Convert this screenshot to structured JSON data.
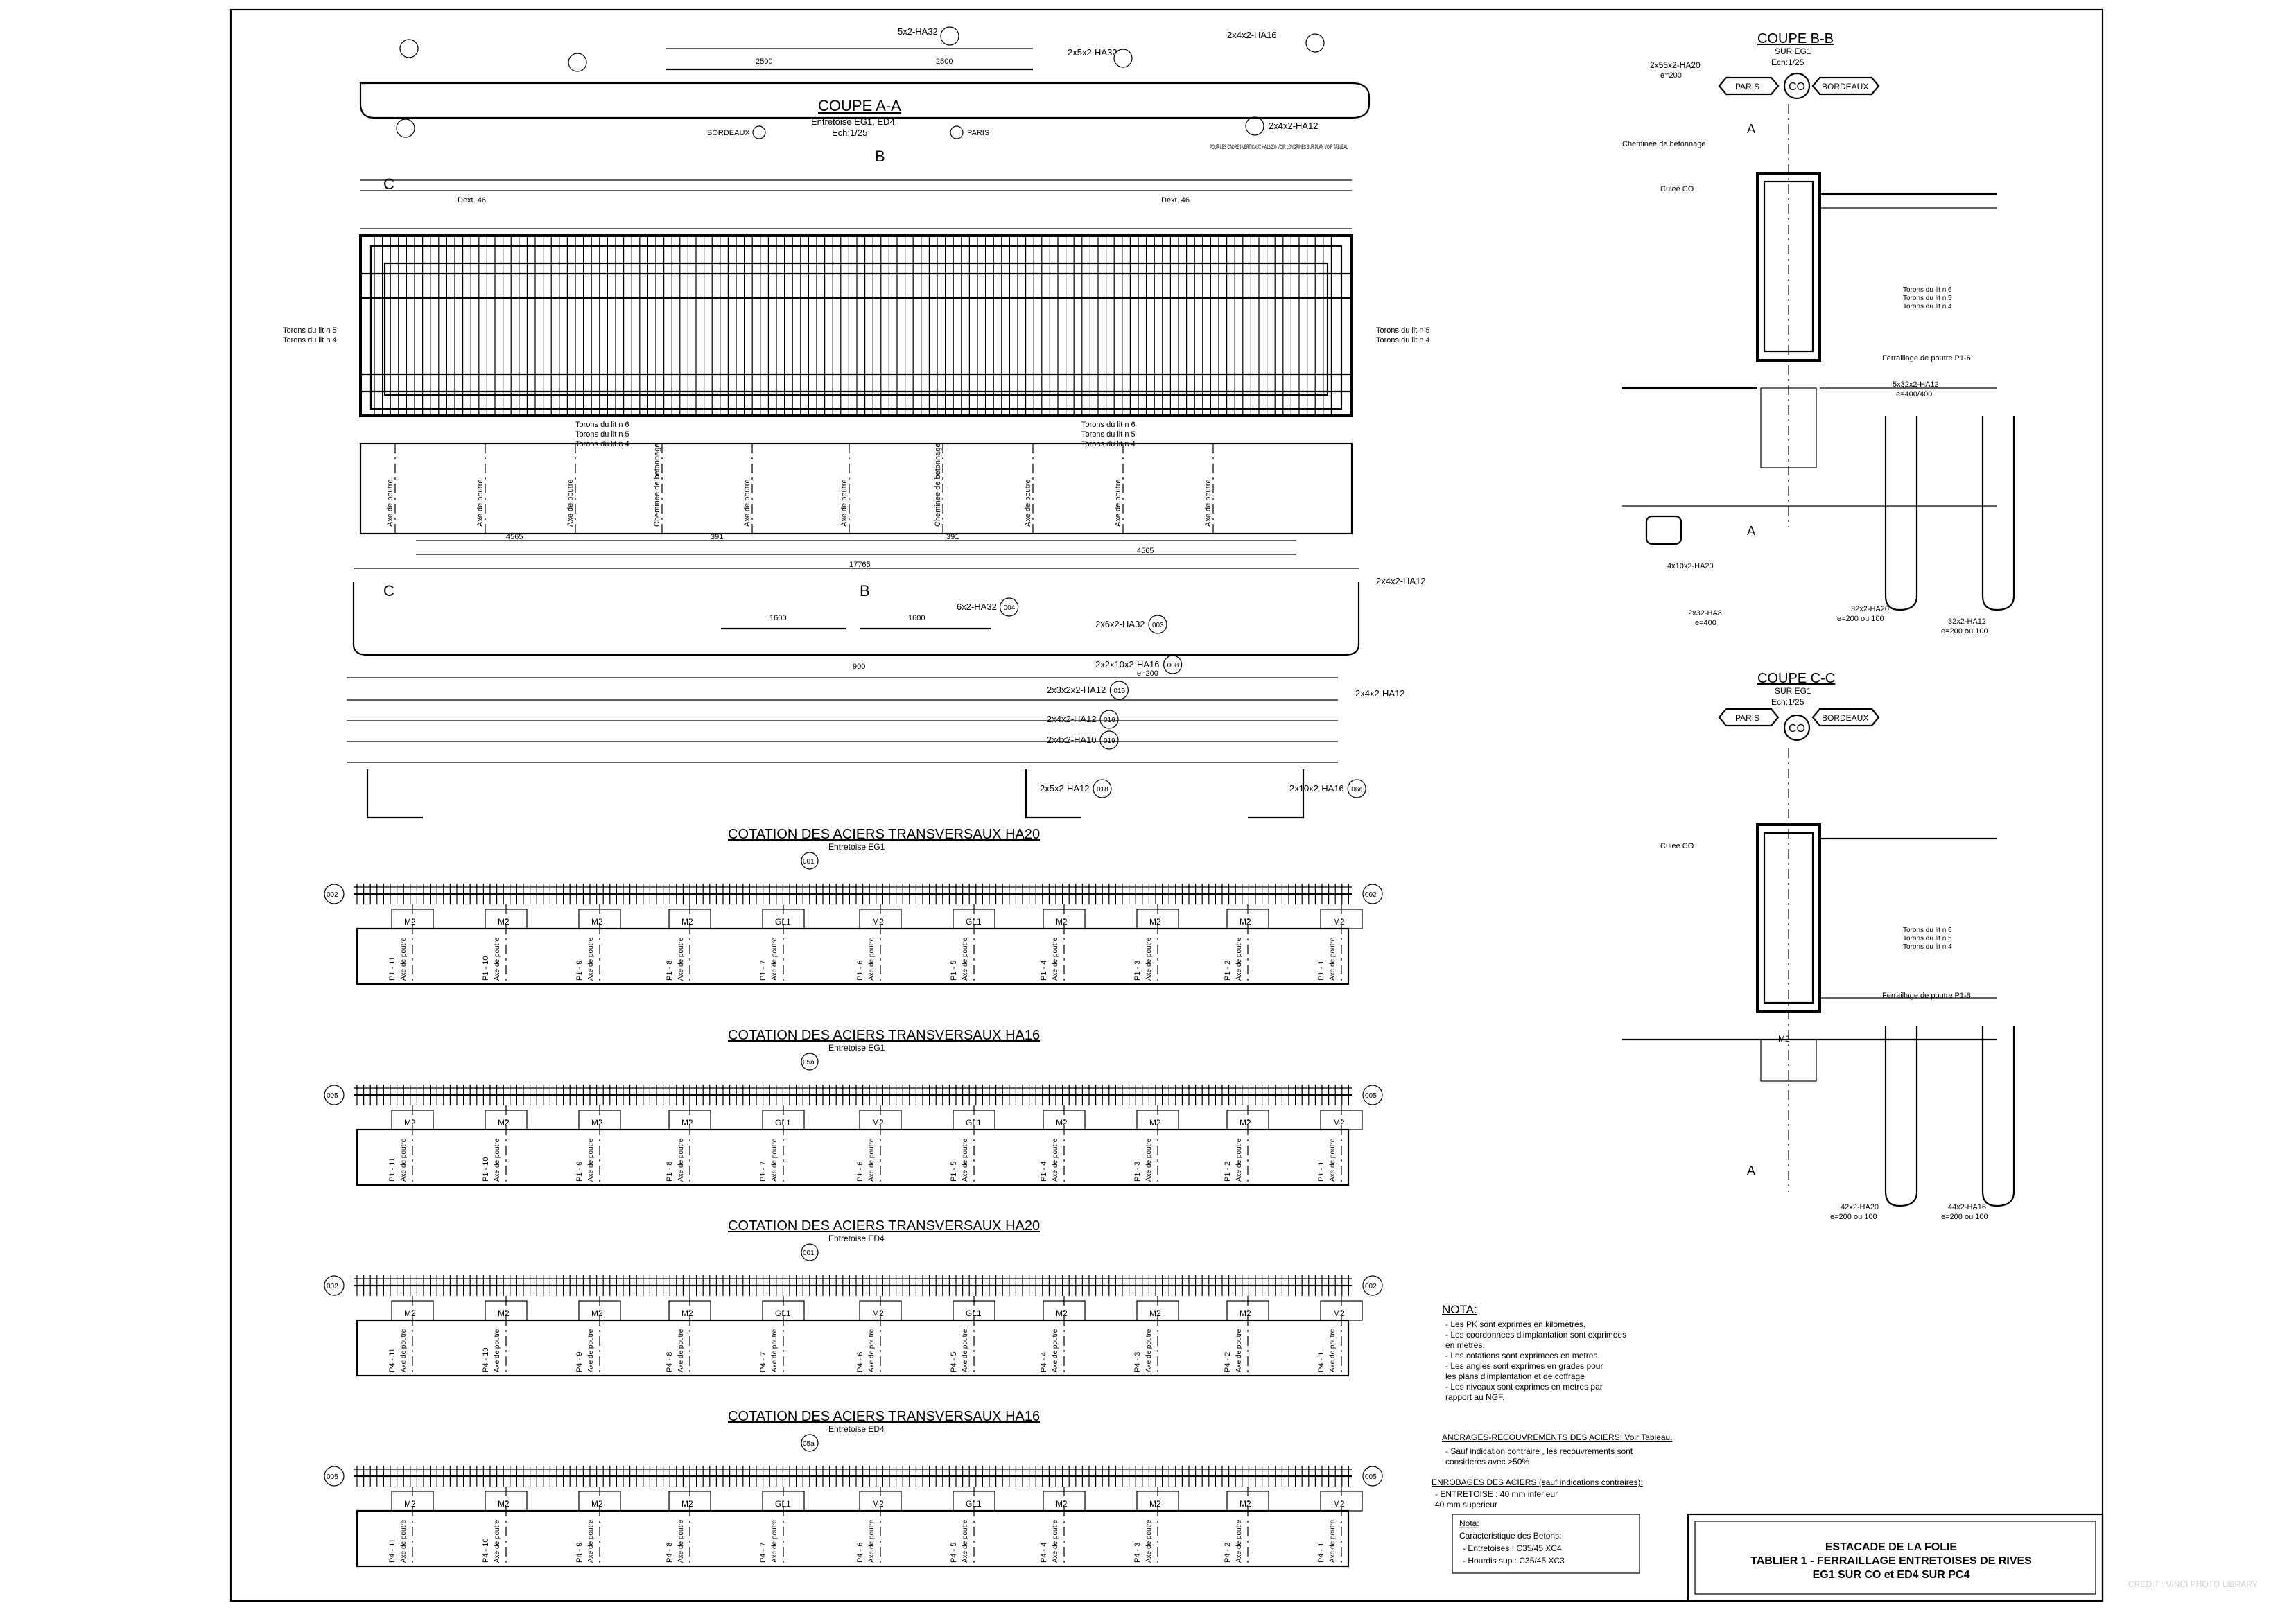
{
  "section_aa": {
    "title": "COUPE A-A",
    "subtitle": "Entretoise EG1, ED4.",
    "scale": "Ech:1/25",
    "dir_left": "BORDEAUX",
    "dir_right": "PARIS",
    "top_bar_label": "5x2-HA32",
    "top_dims": [
      "2500",
      "2500"
    ],
    "bar_2x5": "2x5x2-HA32",
    "bar_2x4_ha16": "2x4x2-HA16",
    "bar_2x4_ha12": "2x4x2-HA12",
    "note_cadres": "POUR LES CADRES VERTICAUX HA12/200 VOIR LONGRINES SUR PLAN VOIR TABLEAU",
    "torons_left": [
      "Torons du lit n 5",
      "Torons du lit n 4"
    ],
    "torons_right": [
      "Torons du lit n 5",
      "Torons du lit n 4"
    ],
    "torons_mid": [
      "Torons du lit n 6",
      "Torons du lit n 5",
      "Torons du lit n 4"
    ],
    "axis_labels": [
      "Axe de poutre",
      "Axe de poutre",
      "Axe de poutre",
      "Cheminee de betonnage",
      "Axe de poutre",
      "Axe de poutre",
      "Cheminee de betonnage",
      "Axe de poutre",
      "Axe de poutre",
      "Axe de poutre"
    ],
    "bottom_dims": [
      "4565",
      "391",
      "391",
      "4565"
    ],
    "total_dim": "17765",
    "marks": [
      "C",
      "B",
      "C",
      "B"
    ],
    "dext": [
      "Dext. 46",
      "Dext. 46"
    ]
  },
  "bar_list": {
    "items": [
      {
        "ref": "004",
        "label": "6x2-HA32"
      },
      {
        "ref": "003",
        "label": "2x6x2-HA32"
      },
      {
        "ref": "008",
        "label": "2x2x10x2-HA16"
      },
      {
        "ref": "015",
        "label": "2x3x2x2-HA12"
      },
      {
        "ref": "016",
        "label": "2x4x2-HA12"
      },
      {
        "ref": "019",
        "label": "2x4x2-HA10"
      },
      {
        "ref": "018",
        "label": "2x5x2-HA12"
      },
      {
        "ref": "06a",
        "label": "2x10x2-HA16"
      }
    ],
    "dims": [
      "1600",
      "1600",
      "900"
    ],
    "right_labels": [
      "2x4x2-HA12",
      "2x4x2-HA12"
    ],
    "e_label": "e=200"
  },
  "cotation": [
    {
      "title": "COTATION DES ACIERS TRANSVERSAUX HA20",
      "entretoise": "Entretoise EG1",
      "ref_top": "001",
      "ref_side": "002",
      "axes": [
        "P1 - 11",
        "P1 - 10",
        "P1 - 9",
        "P1 - 8",
        "P1 - 7",
        "P1 - 6",
        "P1 - 5",
        "P1 - 4",
        "P1 - 3",
        "P1 - 2",
        "P1 - 1"
      ]
    },
    {
      "title": "COTATION DES ACIERS TRANSVERSAUX HA16",
      "entretoise": "Entretoise EG1",
      "ref_top": "05a",
      "ref_side": "005",
      "axes": [
        "P1 - 11",
        "P1 - 10",
        "P1 - 9",
        "P1 - 8",
        "P1 - 7",
        "P1 - 6",
        "P1 - 5",
        "P1 - 4",
        "P1 - 3",
        "P1 - 2",
        "P1 - 1"
      ]
    },
    {
      "title": "COTATION DES ACIERS TRANSVERSAUX HA20",
      "entretoise": "Entretoise ED4",
      "ref_top": "001",
      "ref_side": "002",
      "axes": [
        "P4 - 11",
        "P4 - 10",
        "P4 - 9",
        "P4 - 8",
        "P4 - 7",
        "P4 - 6",
        "P4 - 5",
        "P4 - 4",
        "P4 - 3",
        "P4 - 2",
        "P4 - 1"
      ]
    },
    {
      "title": "COTATION DES ACIERS TRANSVERSAUX HA16",
      "entretoise": "Entretoise ED4",
      "ref_top": "05a",
      "ref_side": "005",
      "axes": [
        "P4 - 11",
        "P4 - 10",
        "P4 - 9",
        "P4 - 8",
        "P4 - 7",
        "P4 - 6",
        "P4 - 5",
        "P4 - 4",
        "P4 - 3",
        "P4 - 2",
        "P4 - 1"
      ]
    }
  ],
  "cotation_common": {
    "support_label": "M2",
    "gl_label": "GL1",
    "axis_word": "Axe de poutre"
  },
  "section_bb": {
    "title": "COUPE B-B",
    "sub": "SUR EG1",
    "scale": "Ech:1/25",
    "paris": "PARIS",
    "bordeaux": "BORDEAUX",
    "co": "CO",
    "top_bar": "2x55x2-HA20",
    "top_e": "e=200",
    "chem": "Cheminee de betonnage",
    "culee": "Culee CO",
    "torons": [
      "Torons du lit n 6",
      "Torons du lit n 5",
      "Torons du lit n 4"
    ],
    "ferr": "Ferraillage de poutre P1-6",
    "bar1": "5x32x2-HA12",
    "bar1_e": "e=400/400",
    "bar2": "4x10x2-HA20",
    "bar3": "2x32-HA8",
    "bar3_e": "e=400",
    "bar4": "32x2-HA20",
    "bar4_e": "e=200 ou 100",
    "bar5": "32x2-HA12",
    "bar5_e": "e=200 ou 100",
    "mark": "A"
  },
  "section_cc": {
    "title": "COUPE C-C",
    "sub": "SUR EG1",
    "scale": "Ech:1/25",
    "paris": "PARIS",
    "bordeaux": "BORDEAUX",
    "co": "CO",
    "culee": "Culee CO",
    "torons": [
      "Torons du lit n 6",
      "Torons du lit n 5",
      "Torons du lit n 4"
    ],
    "ferr": "Ferraillage de poutre P1-6",
    "bar1": "42x2-HA20",
    "bar1_e": "e=200 ou 100",
    "bar2": "44x2-HA16",
    "bar2_e": "e=200 ou 100",
    "support": "M2",
    "mark": "A"
  },
  "nota": {
    "title": "NOTA:",
    "items": [
      "- Les PK sont exprimes en kilometres.",
      "- Les coordonnees d'implantation sont exprimees",
      "  en metres.",
      "- Les cotations sont exprimees en metres.",
      "- Les angles sont exprimes en grades pour",
      "  les plans d'implantation et de coffrage",
      "- Les niveaux sont exprimes en metres par",
      "  rapport au NGF."
    ],
    "anc_title": "ANCRAGES-RECOUVREMENTS DES ACIERS: Voir Tableau.",
    "anc_items": [
      "- Sauf indication contraire , les recouvrements sont",
      "  consideres avec      >50%"
    ],
    "enr_title": "ENROBAGES DES ACIERS (sauf indications contraires):",
    "enr_items": [
      "- ENTRETOISE : 40 mm inferieur",
      "                      40 mm superieur"
    ],
    "beton_title": "Nota:",
    "beton_items": [
      "Caracteristique des Betons:",
      "- Entretoises : C35/45 XC4",
      "- Hourdis sup : C35/45 XC3"
    ]
  },
  "title_block": {
    "line1": "ESTACADE DE LA FOLIE",
    "line2": "TABLIER 1 - FERRAILLAGE ENTRETOISES DE RIVES",
    "line3": "EG1 SUR CO et ED4 SUR PC4"
  },
  "credit": "CREDIT : VINCI PHOTO LIBRARY"
}
